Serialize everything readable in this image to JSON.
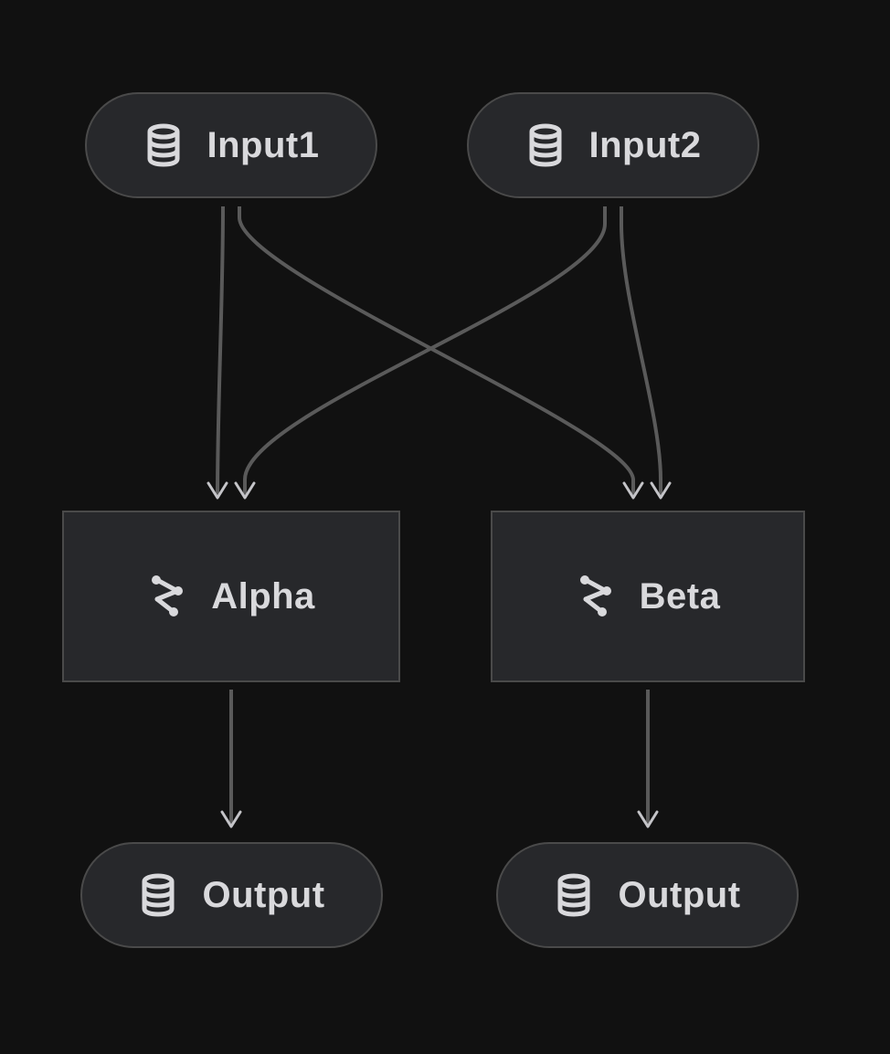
{
  "theme": {
    "background": "#111111",
    "node_fill": "#27282b",
    "node_border": "#4a4a4a",
    "edge_color": "#5a5a5a",
    "arrow_color": "#c4c4c8",
    "text_color": "#d9d9dc"
  },
  "nodes": [
    {
      "id": "input1",
      "label": "Input1",
      "shape": "pill",
      "icon": "database-icon"
    },
    {
      "id": "input2",
      "label": "Input2",
      "shape": "pill",
      "icon": "database-icon"
    },
    {
      "id": "alpha",
      "label": "Alpha",
      "shape": "rect",
      "icon": "share-icon"
    },
    {
      "id": "beta",
      "label": "Beta",
      "shape": "rect",
      "icon": "share-icon"
    },
    {
      "id": "output1",
      "label": "Output",
      "shape": "pill",
      "icon": "database-icon"
    },
    {
      "id": "output2",
      "label": "Output",
      "shape": "pill",
      "icon": "database-icon"
    }
  ],
  "edges": [
    {
      "from": "input1",
      "to": "alpha"
    },
    {
      "from": "input1",
      "to": "beta"
    },
    {
      "from": "input2",
      "to": "alpha"
    },
    {
      "from": "input2",
      "to": "beta"
    },
    {
      "from": "alpha",
      "to": "output1"
    },
    {
      "from": "beta",
      "to": "output2"
    }
  ]
}
